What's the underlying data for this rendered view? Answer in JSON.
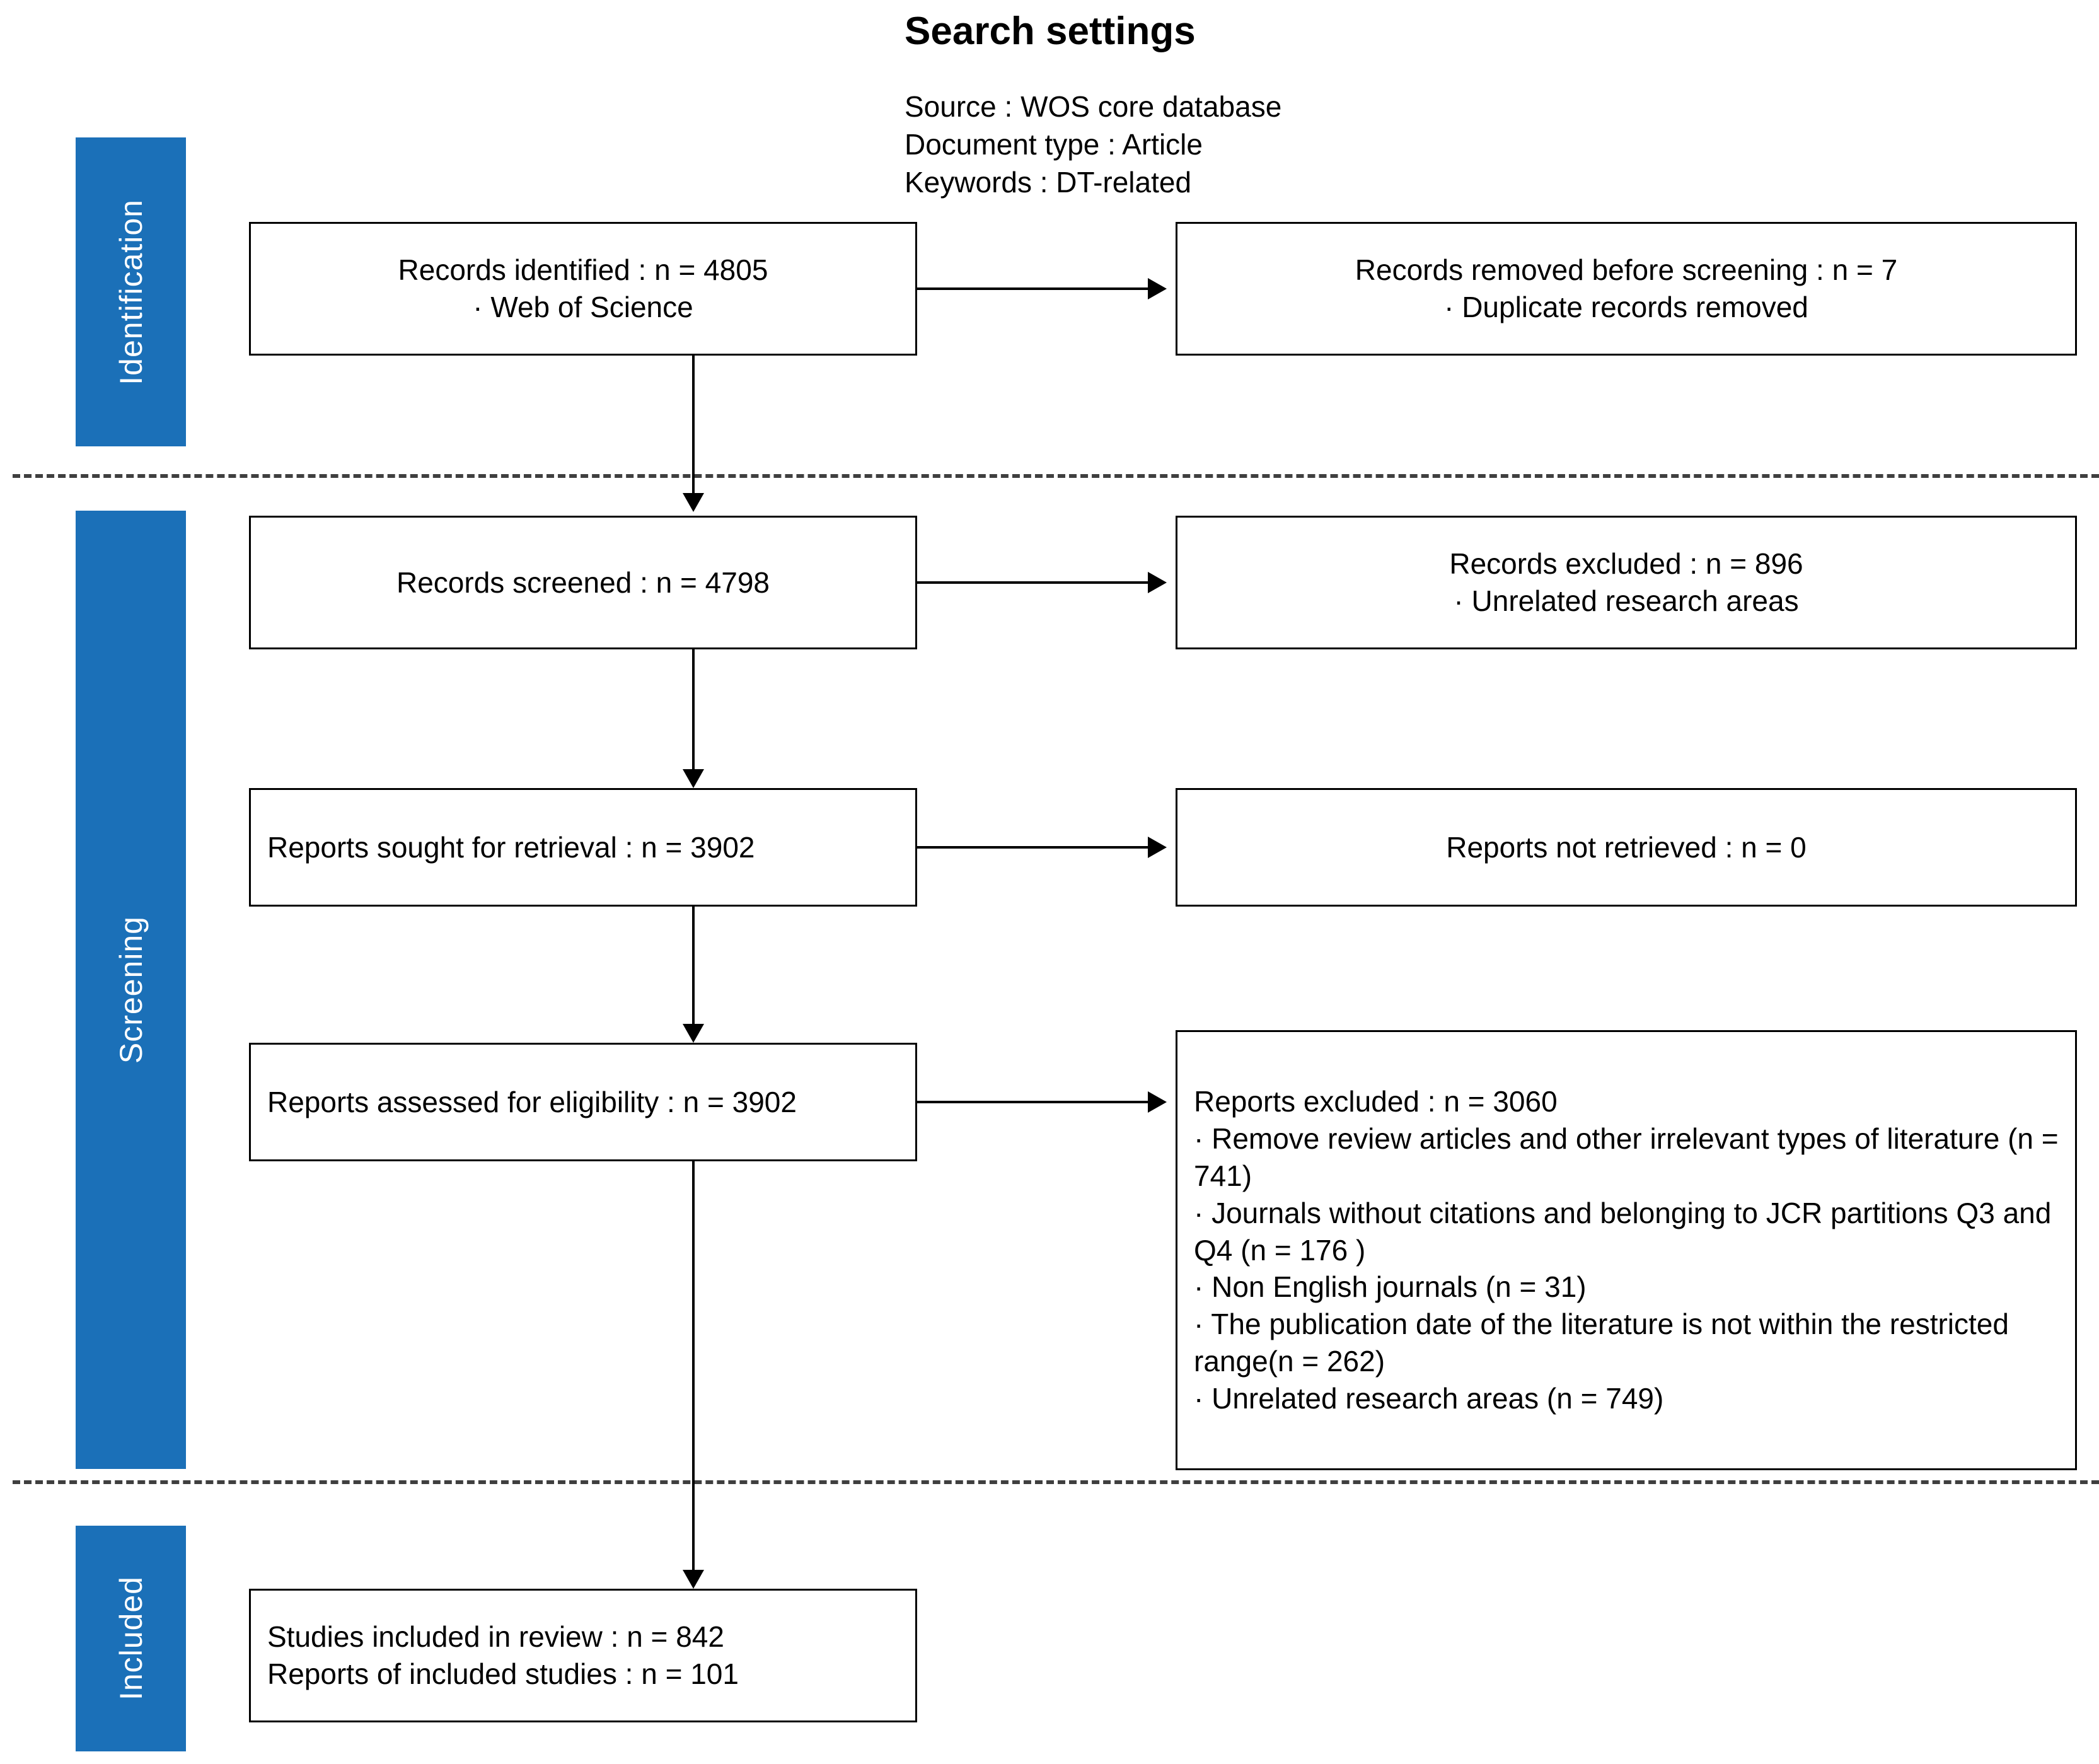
{
  "header": {
    "title": "Search settings",
    "lines": [
      "Source : WOS core database",
      "Document type : Article",
      "Keywords : DT-related"
    ]
  },
  "stages": [
    {
      "label": "Identification"
    },
    {
      "label": "Screening"
    },
    {
      "label": "Included"
    }
  ],
  "nodes": {
    "identified": {
      "lines": [
        "Records identified : n = 4805",
        "· Web of Science"
      ]
    },
    "removed_before_screening": {
      "lines": [
        "Records removed before screening : n = 7",
        "· Duplicate records removed"
      ]
    },
    "screened": {
      "lines": [
        "Records screened : n = 4798"
      ]
    },
    "records_excluded": {
      "lines": [
        "Records excluded : n = 896",
        "· Unrelated research areas"
      ]
    },
    "sought_retrieval": {
      "lines": [
        "Reports sought for retrieval :  n = 3902"
      ]
    },
    "not_retrieved": {
      "lines": [
        "Reports not retrieved : n = 0"
      ]
    },
    "assessed_eligibility": {
      "lines": [
        "Reports assessed for eligibility :  n = 3902"
      ]
    },
    "reports_excluded": {
      "lines": [
        "Reports excluded : n = 3060",
        "· Remove review articles and other irrelevant types of literature (n = 741)",
        "· Journals without citations and belonging to JCR partitions Q3 and Q4 (n = 176 )",
        "· Non English journals (n = 31)",
        "· The publication date of the literature is not within the restricted range(n = 262)",
        "· Unrelated research areas (n = 749)"
      ]
    },
    "included": {
      "lines": [
        "Studies included in review : n = 842",
        "Reports of included studies : n = 101"
      ]
    }
  },
  "colors": {
    "stage_bar": "#1B70B8",
    "stage_bar_text": "#FFFFFF",
    "box_border": "#000000",
    "connector": "#000000",
    "separator": "#3F3F3F",
    "background": "#FFFFFF"
  }
}
